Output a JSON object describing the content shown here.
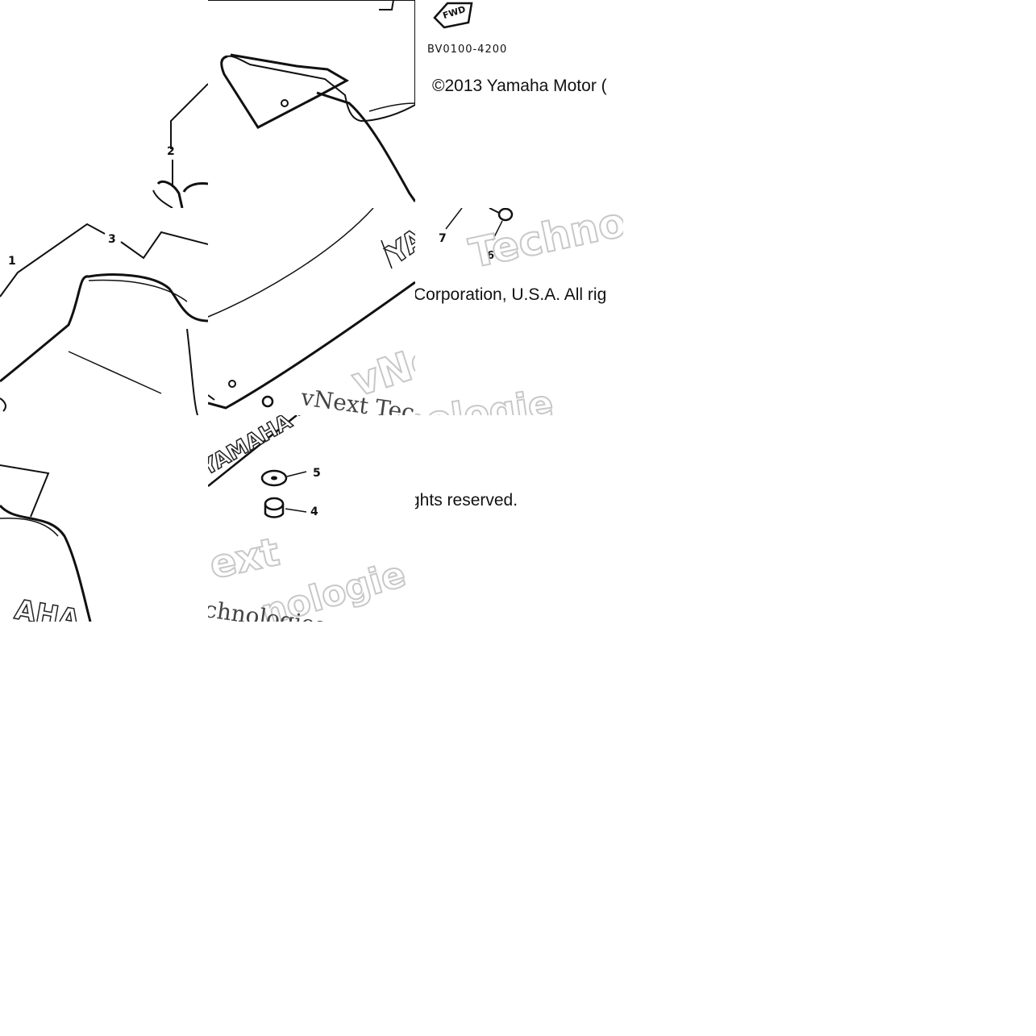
{
  "diagram": {
    "part_code": "BV0100-4200",
    "fwd_label": "FWD",
    "callouts": [
      "1",
      "2",
      "3",
      "4",
      "5",
      "6",
      "7"
    ],
    "brand_decal": "YAMAHA",
    "brand_decal_partial": "YA",
    "brand_decal_edge": "YAMAHA"
  },
  "copyright": {
    "line1": "©2013 Yamaha Motor (",
    "line2": "Corporation, U.S.A. All rig",
    "line3": "ghts reserved."
  },
  "watermark": {
    "outline_1": "Techno",
    "outline_2": "vNe",
    "outline_3": "nologie",
    "outline_4": "ext",
    "outline_5": "nologie",
    "serif_1": "vNext Technologies",
    "serif_2": "chnologies"
  }
}
